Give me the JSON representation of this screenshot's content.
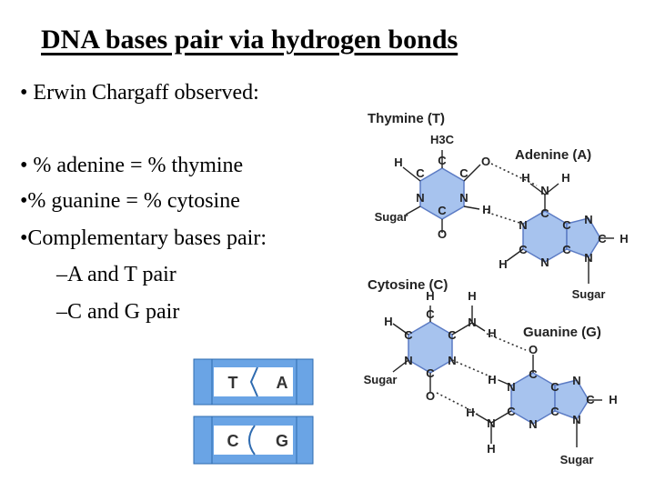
{
  "slide": {
    "title": "DNA bases pair via hydrogen bonds",
    "bullets": [
      "• Erwin Chargaff observed:",
      "• % adenine = % thymine",
      "•% guanine = % cytosine",
      "•Complementary bases pair:",
      "–A and T pair",
      "–C and G pair"
    ]
  },
  "figure": {
    "molecule_names": {
      "thymine": "Thymine (T)",
      "adenine": "Adenine (A)",
      "cytosine": "Cytosine (C)",
      "guanine": "Guanine (G)"
    },
    "sugar_label": "Sugar",
    "methyl_label": "H3C",
    "atoms": {
      "C": "C",
      "N": "N",
      "O": "O",
      "H": "H"
    },
    "base_pair_diagram": {
      "top": [
        "T",
        "A"
      ],
      "bottom": [
        "C",
        "G"
      ]
    },
    "colors": {
      "ring_fill": "#a7c3ee",
      "ring_stroke": "#5b7bc4",
      "strand_fill": "#6aa4e5",
      "strand_stroke": "#2e6bb0",
      "base_box": "#ffffff"
    }
  }
}
